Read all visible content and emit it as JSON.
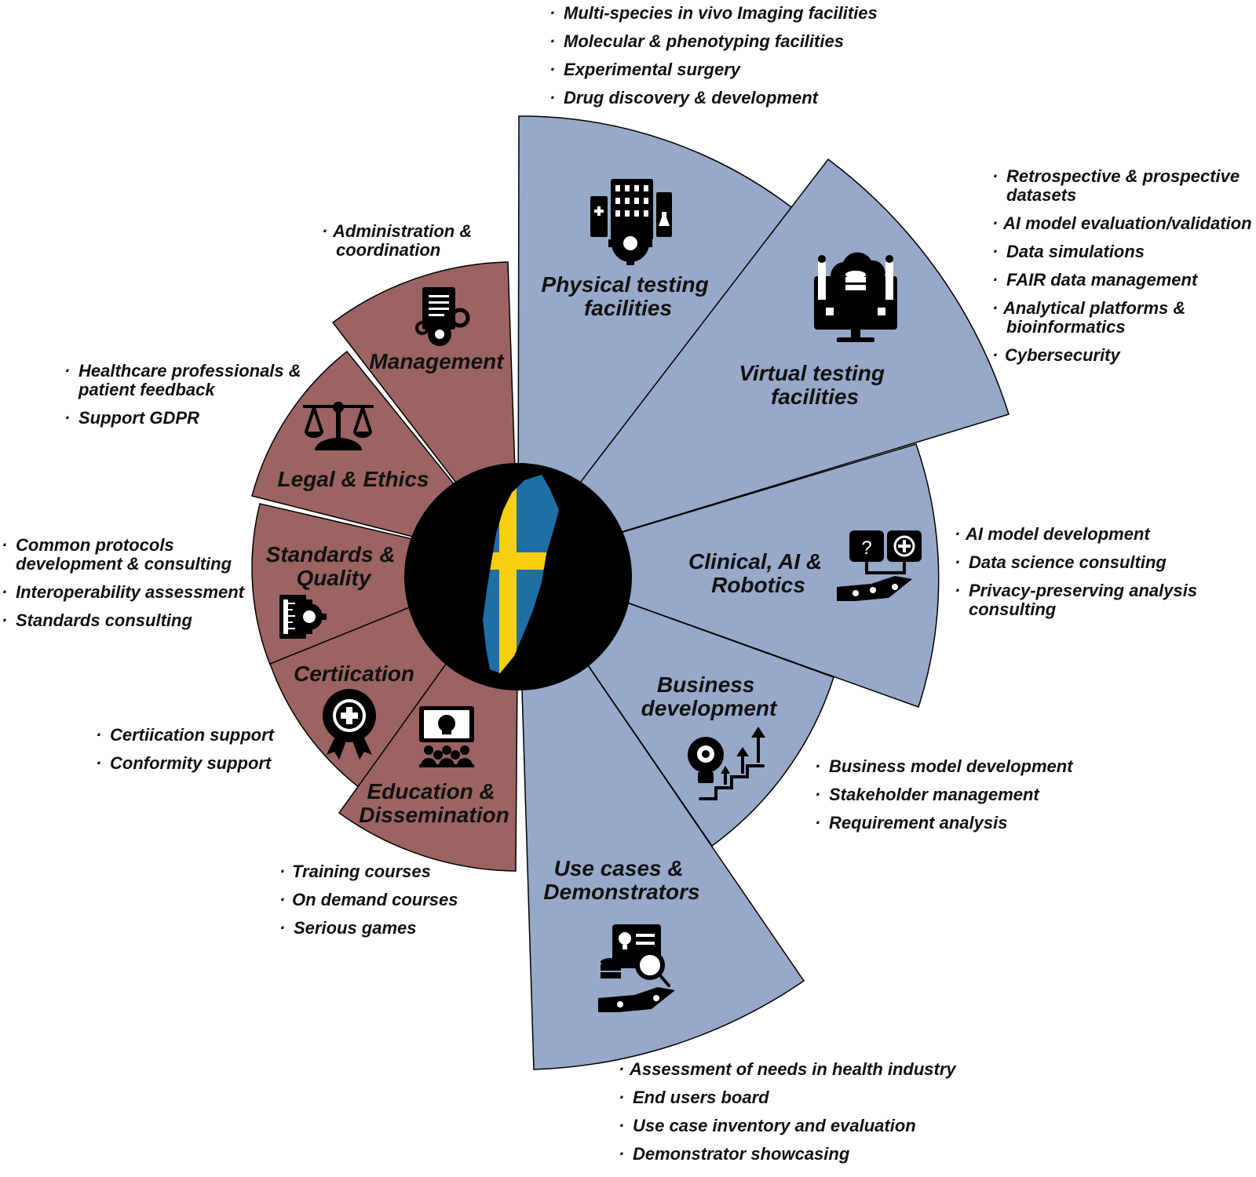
{
  "colors": {
    "blue_segment": "#97a8c9",
    "brown_segment": "#9c6363",
    "center_disk": "#000000",
    "flag_blue": "#1f6fa6",
    "flag_yellow": "#f7cf10",
    "text": "#111111"
  },
  "segments": {
    "physical": {
      "label_lines": [
        "Physical testing",
        "facilities"
      ],
      "icon": "hospital-lab-gear-icon",
      "items": [
        [
          "Multi-species in vivo Imaging facilities"
        ],
        [
          "Molecular & phenotyping facilities"
        ],
        [
          "Experimental surgery"
        ],
        [
          "Drug discovery & development"
        ]
      ]
    },
    "virtual": {
      "label_lines": [
        "Virtual testing",
        "facilities"
      ],
      "icon": "cloud-database-monitor-icon",
      "items": [
        [
          "Retrospective & prospective",
          "datasets"
        ],
        [
          "AI model evaluation/validation"
        ],
        [
          "Data simulations"
        ],
        [
          "FAIR data management"
        ],
        [
          "Analytical platforms &",
          "bioinformatics"
        ],
        [
          "Cybersecurity"
        ]
      ]
    },
    "clinical": {
      "label_lines": [
        "Clinical, AI &",
        "Robotics"
      ],
      "icon": "robot-hand-help-icon",
      "items": [
        [
          "AI model development"
        ],
        [
          "Data science consulting"
        ],
        [
          "Privacy-preserving analysis",
          "consulting"
        ]
      ]
    },
    "business": {
      "label_lines": [
        "Business",
        "development"
      ],
      "icon": "lightbulb-growth-icon",
      "items": [
        [
          "Business model development"
        ],
        [
          "Stakeholder management"
        ],
        [
          "Requirement analysis"
        ]
      ]
    },
    "usecases": {
      "label_lines": [
        "Use cases &",
        "Demonstrators"
      ],
      "icon": "idea-search-robot-hand-icon",
      "items": [
        [
          "Assessment of needs in health industry"
        ],
        [
          "End users board"
        ],
        [
          "Use case inventory and evaluation"
        ],
        [
          "Demonstrator showcasing"
        ]
      ]
    },
    "management": {
      "label_lines": [
        "Management"
      ],
      "icon": "document-gears-icon",
      "items": [
        [
          "Administration &",
          "coordination"
        ]
      ]
    },
    "legal": {
      "label_lines": [
        "Legal & Ethics"
      ],
      "icon": "scales-icon",
      "items": [
        [
          "Healthcare professionals &",
          "patient feedback"
        ],
        [
          "Support GDPR"
        ]
      ]
    },
    "standards": {
      "label_lines": [
        "Standards &",
        "Quality"
      ],
      "icon": "ruler-gear-icon",
      "items": [
        [
          "Common protocols",
          "development & consulting"
        ],
        [
          "Interoperability assessment"
        ],
        [
          "Standards consulting"
        ]
      ]
    },
    "certification": {
      "label_lines": [
        "Certiication"
      ],
      "icon": "award-badge-icon",
      "items": [
        [
          "Certiication support"
        ],
        [
          "Conformity support"
        ]
      ]
    },
    "education": {
      "label_lines": [
        "Education &",
        "Dissemination"
      ],
      "icon": "classroom-screen-icon",
      "items": [
        [
          "Training courses"
        ],
        [
          "On demand courses"
        ],
        [
          "Serious games"
        ]
      ]
    }
  },
  "center": {
    "icon": "sweden-flag-map-icon"
  }
}
